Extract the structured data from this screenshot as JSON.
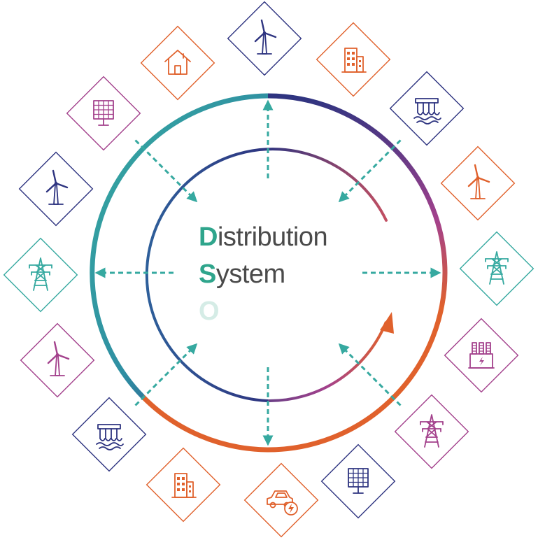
{
  "title": {
    "line1": {
      "initial": "D",
      "rest": "istribution"
    },
    "line2": {
      "initial": "S",
      "rest": "ystem"
    },
    "line3": {
      "initial": "O",
      "rest": ""
    }
  },
  "colors": {
    "teal": "#36a9a0",
    "navy": "#2e3480",
    "orange": "#e0612c",
    "magenta": "#a3418c",
    "title_accent": "#2fa58c",
    "title_faded": "#d5ece6",
    "text": "#4a4a4a"
  },
  "tiles": [
    {
      "icon": "wind-turbine-icon",
      "color": "navy"
    },
    {
      "icon": "building-icon",
      "color": "orange"
    },
    {
      "icon": "hydro-dam-icon",
      "color": "navy"
    },
    {
      "icon": "wind-turbine-icon",
      "color": "orange"
    },
    {
      "icon": "transmission-tower-icon",
      "color": "teal"
    },
    {
      "icon": "transformer-icon",
      "color": "magenta"
    },
    {
      "icon": "transmission-tower-icon",
      "color": "magenta"
    },
    {
      "icon": "solar-panel-icon",
      "color": "navy"
    },
    {
      "icon": "electric-car-icon",
      "color": "orange"
    },
    {
      "icon": "building-icon",
      "color": "orange"
    },
    {
      "icon": "hydro-dam-icon",
      "color": "navy"
    },
    {
      "icon": "wind-turbine-icon",
      "color": "magenta"
    },
    {
      "icon": "transmission-tower-icon",
      "color": "teal"
    },
    {
      "icon": "wind-turbine-icon",
      "color": "navy"
    },
    {
      "icon": "solar-panel-icon",
      "color": "magenta"
    },
    {
      "icon": "house-icon",
      "color": "orange"
    }
  ],
  "arrows": [
    {
      "direction": "outward"
    },
    {
      "direction": "inward"
    },
    {
      "direction": "outward"
    },
    {
      "direction": "inward"
    },
    {
      "direction": "outward"
    },
    {
      "direction": "inward"
    },
    {
      "direction": "outward"
    },
    {
      "direction": "inward"
    }
  ]
}
